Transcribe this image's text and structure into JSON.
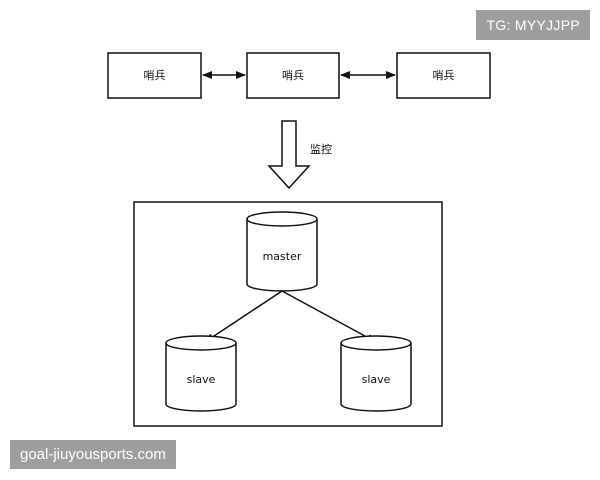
{
  "diagram": {
    "sentinels": [
      {
        "label": "哨兵"
      },
      {
        "label": "哨兵"
      },
      {
        "label": "哨兵"
      }
    ],
    "monitor_label": "监控",
    "master_label": "master",
    "slaves": [
      {
        "label": "slave"
      },
      {
        "label": "slave"
      }
    ]
  },
  "watermarks": {
    "top_right": "TG: MYYJJPP",
    "bottom_left": "goal-jiuyousports.com"
  },
  "colors": {
    "stroke": "#111111",
    "badge_bg": "#9e9e9e",
    "badge_text": "#ffffff"
  }
}
